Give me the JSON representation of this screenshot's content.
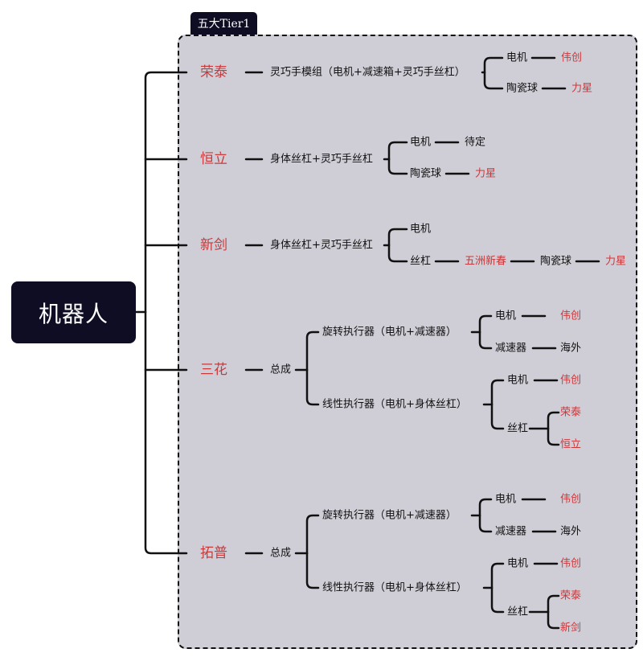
{
  "root": {
    "label": "机器人"
  },
  "group": {
    "label": "五大Tier1"
  },
  "colors": {
    "supplier": "#c8393c",
    "text": "#111111",
    "line": "#111111",
    "box_bg": "#cfced6",
    "dark": "#0e0d24"
  },
  "companies": [
    {
      "name": "荣泰",
      "children": [
        {
          "label": "灵巧手模组（电机+减速箱+灵巧手丝杠）",
          "children": [
            {
              "label": "电机",
              "children": [
                {
                  "label": "伟创",
                  "supplier": true
                }
              ]
            },
            {
              "label": "陶瓷球",
              "children": [
                {
                  "label": "力星",
                  "supplier": true
                }
              ]
            }
          ]
        }
      ]
    },
    {
      "name": "恒立",
      "children": [
        {
          "label": "身体丝杠+灵巧手丝杠",
          "children": [
            {
              "label": "电机",
              "children": [
                {
                  "label": "待定",
                  "supplier": false
                }
              ]
            },
            {
              "label": "陶瓷球",
              "children": [
                {
                  "label": "力星",
                  "supplier": true
                }
              ]
            }
          ]
        }
      ]
    },
    {
      "name": "新剑",
      "children": [
        {
          "label": "身体丝杠+灵巧手丝杠",
          "children": [
            {
              "label": "电机",
              "children": []
            },
            {
              "label": "丝杠",
              "children": [
                {
                  "label": "五洲新春",
                  "supplier": true,
                  "children": [
                    {
                      "label": "陶瓷球",
                      "supplier": false,
                      "children": [
                        {
                          "label": "力星",
                          "supplier": true
                        }
                      ]
                    }
                  ]
                }
              ]
            }
          ]
        }
      ]
    },
    {
      "name": "三花",
      "children": [
        {
          "label": "总成",
          "children": [
            {
              "label": "旋转执行器（电机+减速器）",
              "children": [
                {
                  "label": "电机",
                  "children": [
                    {
                      "label": "伟创",
                      "supplier": true
                    }
                  ]
                },
                {
                  "label": "减速器",
                  "children": [
                    {
                      "label": "海外",
                      "supplier": false
                    }
                  ]
                }
              ]
            },
            {
              "label": "线性执行器（电机+身体丝杠）",
              "children": [
                {
                  "label": "电机",
                  "children": [
                    {
                      "label": "伟创",
                      "supplier": true
                    }
                  ]
                },
                {
                  "label": "丝杠",
                  "children": [
                    {
                      "label": "荣泰",
                      "supplier": true
                    },
                    {
                      "label": "恒立",
                      "supplier": true
                    }
                  ]
                }
              ]
            }
          ]
        }
      ]
    },
    {
      "name": "拓普",
      "children": [
        {
          "label": "总成",
          "children": [
            {
              "label": "旋转执行器（电机+减速器）",
              "children": [
                {
                  "label": "电机",
                  "children": [
                    {
                      "label": "伟创",
                      "supplier": true
                    }
                  ]
                },
                {
                  "label": "减速器",
                  "children": [
                    {
                      "label": "海外",
                      "supplier": false
                    }
                  ]
                }
              ]
            },
            {
              "label": "线性执行器（电机+身体丝杠）",
              "children": [
                {
                  "label": "电机",
                  "children": [
                    {
                      "label": "伟创",
                      "supplier": true
                    }
                  ]
                },
                {
                  "label": "丝杠",
                  "children": [
                    {
                      "label": "荣泰",
                      "supplier": true
                    },
                    {
                      "label": "新剑",
                      "supplier": true
                    }
                  ]
                }
              ]
            }
          ]
        }
      ]
    }
  ]
}
